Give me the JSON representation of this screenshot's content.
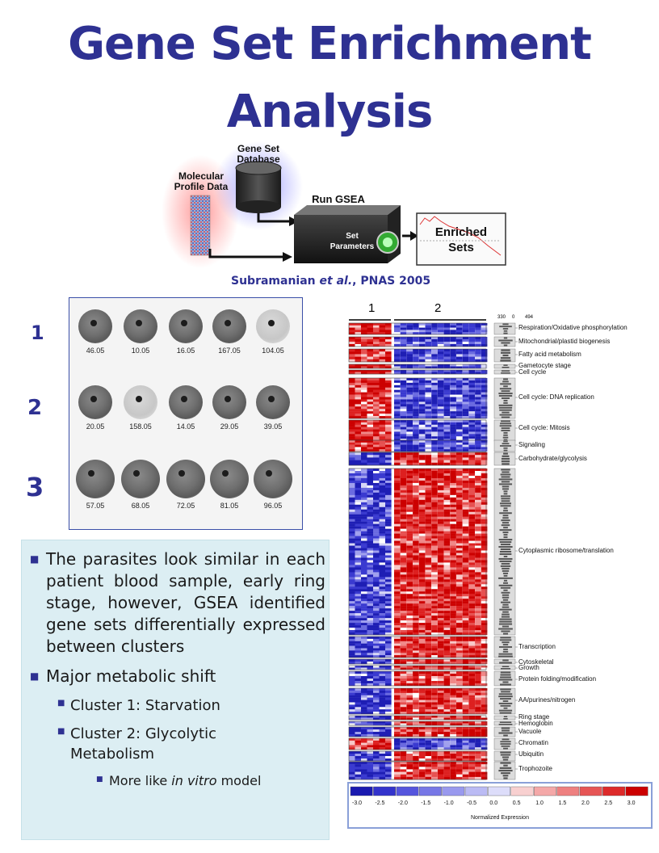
{
  "title": {
    "line1": "Gene Set Enrichment",
    "line2": "Analysis"
  },
  "diagram": {
    "gene_set_database": "Gene Set Database",
    "molecular_profile_data": "Molecular Profile Data",
    "run_gsea": "Run GSEA",
    "set_parameters": "Set Parameters",
    "enriched_sets": "Enriched Sets",
    "accent_color": "#2e3192"
  },
  "citation": {
    "author": "Subramanian",
    "etal": "et al.",
    "journal": "PNAS 2005"
  },
  "micrographs": {
    "clusters": [
      {
        "number": "1",
        "labels": [
          "46.05",
          "10.05",
          "16.05",
          "167.05",
          "104.05"
        ]
      },
      {
        "number": "2",
        "labels": [
          "20.05",
          "158.05",
          "14.05",
          "29.05",
          "39.05"
        ]
      },
      {
        "number": "3",
        "labels": [
          "57.05",
          "68.05",
          "72.05",
          "81.05",
          "96.05"
        ]
      }
    ]
  },
  "bullets": {
    "b1": "The parasites look similar in each patient blood sample, early ring stage, however, GSEA identified gene sets differentially expressed between clusters",
    "b2": "Major metabolic shift",
    "b2a": "Cluster 1: Starvation",
    "b2b": "Cluster 2: Glycolytic Metabolism",
    "b3_prefix": "More like ",
    "b3_italic": "in vitro",
    "b3_suffix": " model"
  },
  "heatmap": {
    "cluster_labels": [
      "1",
      "2"
    ],
    "bar_scale": [
      "330",
      "0",
      "494"
    ],
    "gene_sets": [
      "Respiration/Oxidative phosphorylation",
      "Mitochondrial/plastid biogenesis",
      "Fatty acid metabolism",
      "Gametocyte stage",
      "Cell cycle",
      "Cell cycle: DNA replication",
      "Cell cycle: Mitosis",
      "Signaling",
      "Carbohydrate/glycolysis",
      "Cytoplasmic ribosome/translation",
      "Transcription",
      "Cytoskeletal",
      "Growth",
      "Protein folding/modification",
      "AA/purines/nitrogen",
      "Ring stage",
      "Hemoglobin",
      "Vacuole",
      "Chromatin",
      "Ubiquitin",
      "Trophozoite"
    ]
  },
  "legend": {
    "ticks": [
      "-3.0",
      "-2.5",
      "-2.0",
      "-1.5",
      "-1.0",
      "-0.5",
      "0.0",
      "0.5",
      "1.0",
      "1.5",
      "2.0",
      "2.5",
      "3.0"
    ],
    "title": "Normalized Expression",
    "colors": [
      "#1a1ab0",
      "#3333cc",
      "#5555dd",
      "#7777e6",
      "#9999ee",
      "#bbbbf4",
      "#ddddfa",
      "#f8d0d0",
      "#f4a8a8",
      "#ee8080",
      "#e65555",
      "#dd2a2a",
      "#cc0000"
    ]
  }
}
